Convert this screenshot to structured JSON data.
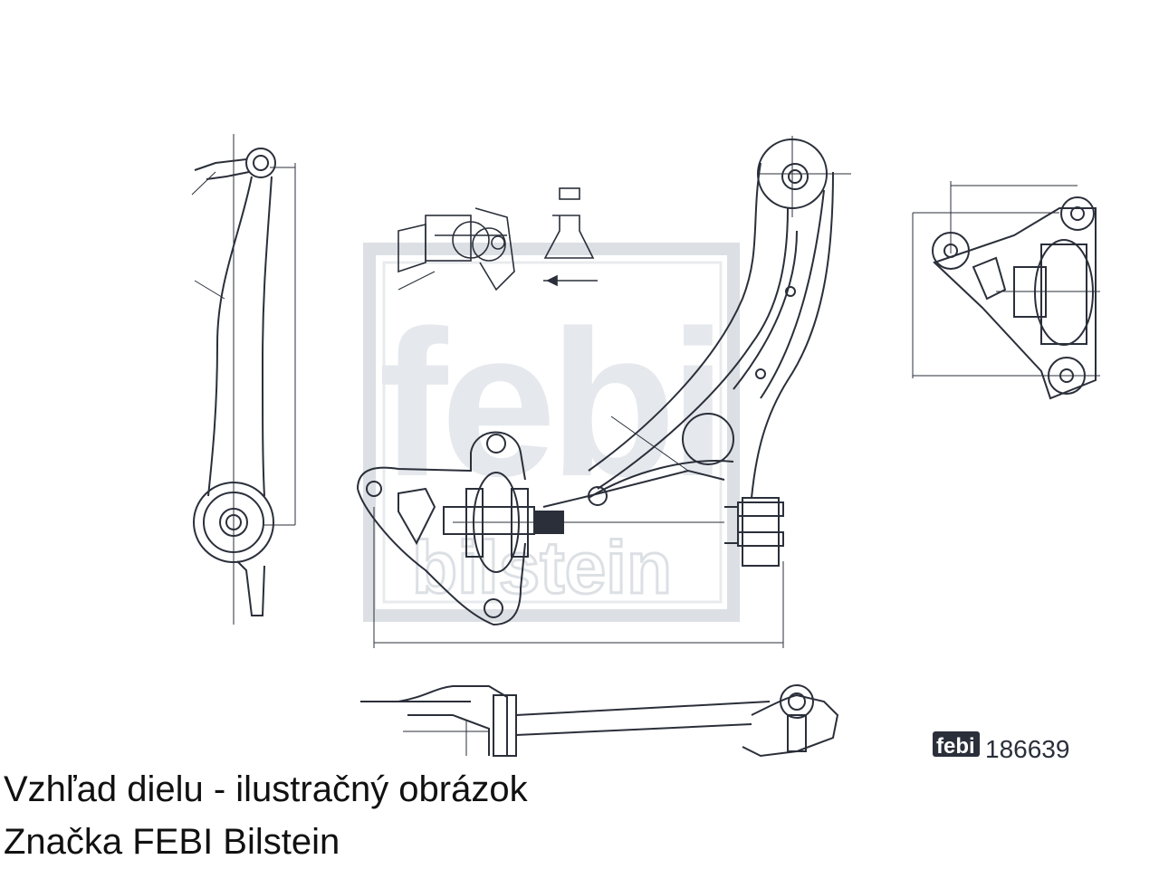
{
  "drawing": {
    "watermark_logo_text": "febi",
    "watermark_sub_text": "bilstein",
    "brand_logo_text": "febi",
    "part_number": "186639",
    "line_color": "#2a2f3a",
    "watermark_color": "#d9dde2"
  },
  "caption": {
    "line1": "Vzhľad dielu - ilustračný obrázok",
    "line2": "Značka FEBI Bilstein"
  }
}
